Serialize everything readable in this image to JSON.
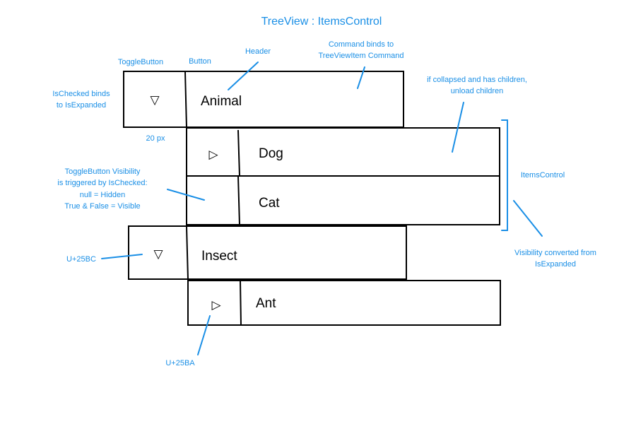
{
  "title": "TreeView : ItemsControl",
  "colors": {
    "annotation": "#1a8fe6",
    "outline": "#000000"
  },
  "nodes": {
    "animal": {
      "label": "Animal",
      "toggle_glyph": "▽"
    },
    "dog": {
      "label": "Dog",
      "toggle_glyph": "▷"
    },
    "cat": {
      "label": "Cat"
    },
    "insect": {
      "label": "Insect",
      "toggle_glyph": "▽"
    },
    "ant": {
      "label": "Ant",
      "toggle_glyph": "▷"
    }
  },
  "annotations": {
    "toggle_button": "ToggleButton",
    "button": "Button",
    "header": "Header",
    "command": [
      "Command binds to",
      "TreeViewItem Command"
    ],
    "ischecked": [
      "IsChecked binds",
      "to IsExpanded"
    ],
    "width": "20 px",
    "collapsed": [
      "if collapsed and has children,",
      "unload children"
    ],
    "items_control": "ItemsControl",
    "visibility_trigger": [
      "ToggleButton Visibility",
      "is triggered by IsChecked:",
      "null = Hidden",
      "True & False = Visible"
    ],
    "u25bc": "U+25BC",
    "visibility_converted": [
      "Visibility converted from",
      "IsExpanded"
    ],
    "u25ba": "U+25BA"
  }
}
